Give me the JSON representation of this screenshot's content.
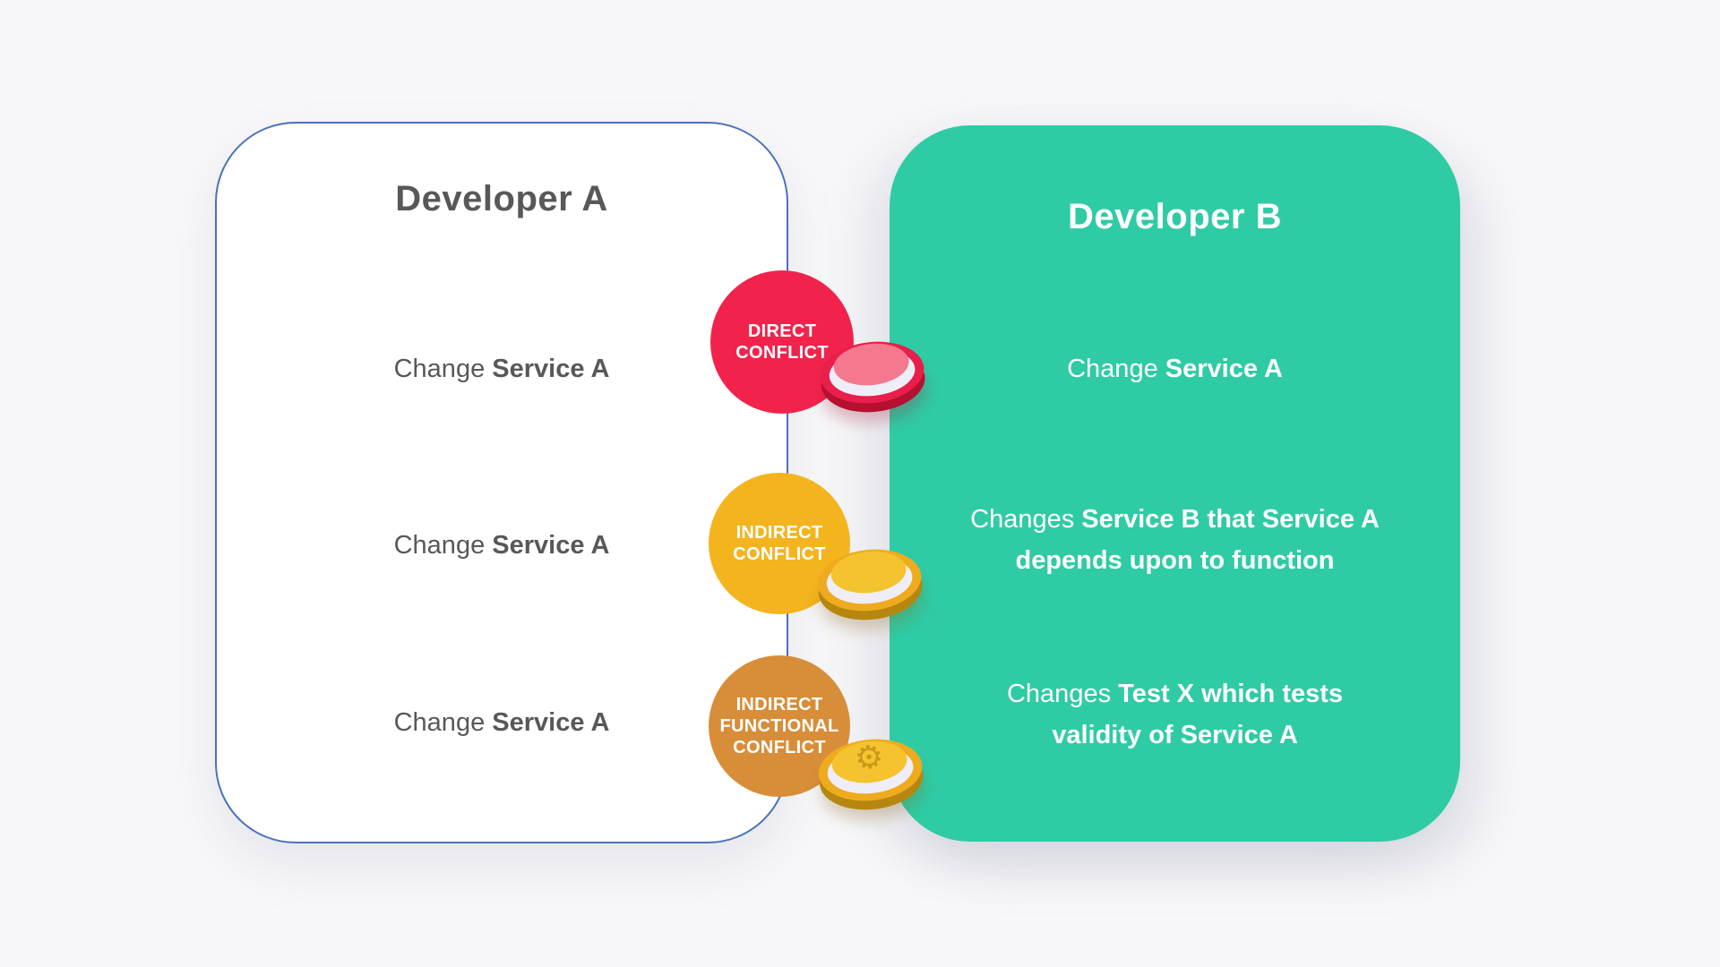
{
  "left_panel": {
    "title": "Developer A",
    "rows": [
      {
        "normal": "Change ",
        "bold": "Service A"
      },
      {
        "normal": "Change ",
        "bold": "Service A"
      },
      {
        "normal": "Change ",
        "bold": "Service A"
      }
    ]
  },
  "right_panel": {
    "title": "Developer B",
    "rows": [
      {
        "normal": "Change ",
        "bold": "Service A"
      },
      {
        "normal": "Changes ",
        "bold": "Service B that Service A depends upon to function"
      },
      {
        "normal": "Changes ",
        "bold": "Test X which tests validity of Service A"
      }
    ]
  },
  "badges": [
    {
      "label": "DIRECT CONFLICT",
      "color": "#f1234c"
    },
    {
      "label": "INDIRECT CONFLICT",
      "color": "#f3b41e"
    },
    {
      "label": "INDIRECT FUNCTIONAL CONFLICT",
      "color": "#d88d39"
    }
  ],
  "icons": [
    {
      "name": "red-push-button-icon",
      "outer": "#e91e4a",
      "cap": "#f5798e",
      "ring": "#efeef8"
    },
    {
      "name": "yellow-push-button-icon",
      "outer": "#eeab1e",
      "cap": "#f4c32e",
      "ring": "#efeef8"
    },
    {
      "name": "gear-push-button-icon",
      "outer": "#eeab1e",
      "cap": "#f4c32e",
      "ring": "#efeef8",
      "glyph": "⚙"
    }
  ],
  "colors": {
    "background": "#f7f7f9",
    "panel_a_bg": "#ffffff",
    "panel_a_border": "#4a72b8",
    "panel_b_bg": "#2fcba4",
    "text_dark": "#58585a",
    "text_light": "#ffffff"
  }
}
